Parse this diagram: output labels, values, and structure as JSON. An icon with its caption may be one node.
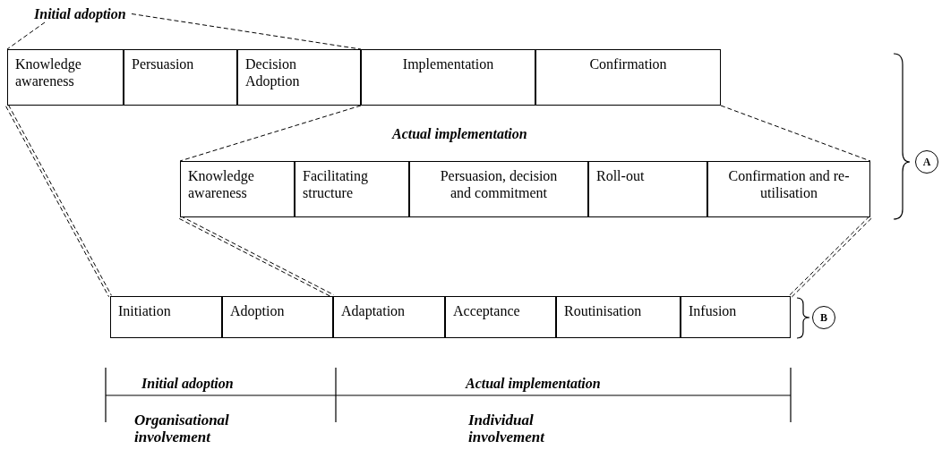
{
  "diagram": {
    "nodes": [
      {
        "text": [
          "Initial adoption"
        ]
      },
      {
        "text": [
          "Knowledge awareness"
        ]
      },
      {
        "text": [
          "Persuasion"
        ]
      },
      {
        "text": [
          "Decision Adoption"
        ]
      },
      {
        "text": [
          "Implementation"
        ]
      },
      {
        "text": [
          "Confirmation"
        ]
      },
      {
        "text": [
          "Knowledge awareness"
        ]
      },
      {
        "text": [
          "Facilitating structure"
        ]
      },
      {
        "text": [
          "Persuasion, decision and commitment"
        ]
      },
      {
        "text": [
          "Roll-out"
        ]
      },
      {
        "text": [
          "Confirmation and re-utilisation"
        ]
      },
      {
        "text": [
          "Initiation"
        ]
      },
      {
        "text": [
          "Adoption"
        ]
      },
      {
        "text": [
          "Adaptation"
        ]
      },
      {
        "text": [
          "Acceptance"
        ]
      },
      {
        "text": [
          "Routinisation"
        ]
      },
      {
        "text": [
          "Infusion"
        ]
      },
      {
        "text": [
          "A"
        ]
      },
      {
        "text": [
          "B"
        ]
      }
    ],
    "edges": [
      {
        "from": 0,
        "to": 1,
        "arrow": "none",
        "style": "dashed"
      },
      {
        "from": 0,
        "to": 4,
        "arrow": "none",
        "style": "dashed"
      },
      {
        "from": 4,
        "to": 6,
        "arrow": "none",
        "style": "dashed"
      },
      {
        "from": 5,
        "to": 10,
        "arrow": "none",
        "style": "dashed"
      },
      {
        "from": 1,
        "to": 11,
        "arrow": "none",
        "style": "dashed"
      },
      {
        "from": 6,
        "to": 13,
        "arrow": "none",
        "style": "dashed"
      },
      {
        "from": 10,
        "to": 16,
        "arrow": "none",
        "style": "dashed"
      }
    ],
    "labels": [
      "Actual implementation",
      "Initial adoption",
      "Actual implementation",
      "Organisational involvement",
      "Individual involvement"
    ]
  }
}
